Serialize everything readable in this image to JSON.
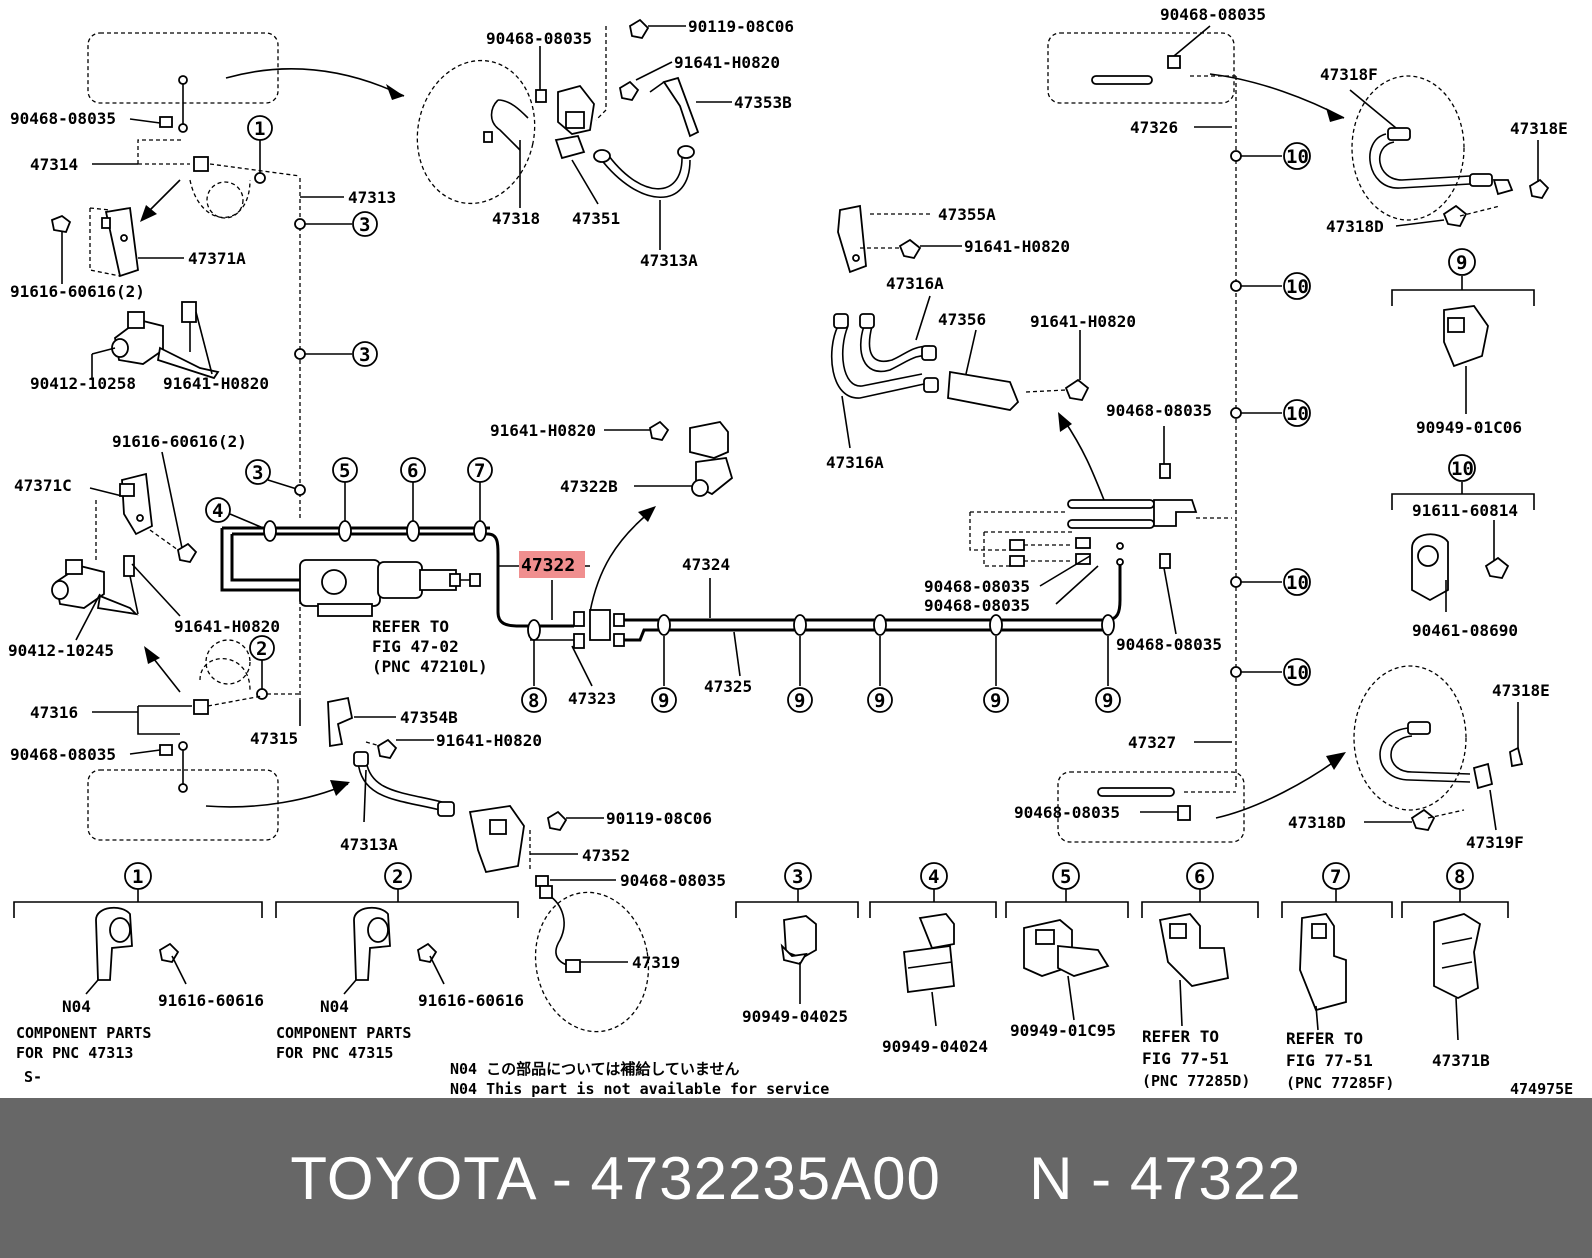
{
  "callouts": {
    "p90468_08035_tl": "90468-08035",
    "p47314": "47314",
    "p47313": "47313",
    "p47371A": "47371A",
    "p91616_60616_2a": "91616-60616(2)",
    "p90412_10258": "90412-10258",
    "p91641_H0820_a": "91641-H0820",
    "p90468_08035_top": "90468-08035",
    "p90119_08C06_top": "90119-08C06",
    "p91641_H0820_top": "91641-H0820",
    "p47353B": "47353B",
    "p47318": "47318",
    "p47351": "47351",
    "p47313A_top": "47313A",
    "p90468_08035_tr": "90468-08035",
    "p47326": "47326",
    "p47318F": "47318F",
    "p47318E_top": "47318E",
    "p47318D_top": "47318D",
    "p47355A": "47355A",
    "p91641_H0820_mid": "91641-H0820",
    "p47316A_top": "47316A",
    "p47356": "47356",
    "p91641_H0820_mid2": "91641-H0820",
    "p47316A_bot": "47316A",
    "p90949_01C06": "90949-01C06",
    "p91611_60814": "91611-60814",
    "p90461_08690": "90461-08690",
    "p90468_08035_r1": "90468-08035",
    "p91616_60616_2b": "91616-60616(2)",
    "p47371C": "47371C",
    "p91641_H0820_b": "91641-H0820",
    "p47322B": "47322B",
    "p47322": "47322",
    "p47324": "47324",
    "p90412_10245": "90412-10245",
    "p91641_H0820_c": "91641-H0820",
    "refer1": "REFER TO",
    "refer2": "FIG 47-02",
    "refer3": "(PNC 47210L)",
    "p47323": "47323",
    "p47325": "47325",
    "p90468_08035_m1": "90468-08035",
    "p90468_08035_m2": "90468-08035",
    "p90468_08035_m3": "90468-08035",
    "p47316": "47316",
    "p47315": "47315",
    "p90468_08035_bl": "90468-08035",
    "p47354B": "47354B",
    "p91641_H0820_d": "91641-H0820",
    "p47327": "47327",
    "p47318E_bot": "47318E",
    "p90468_08035_br": "90468-08035",
    "p47318D_bot": "47318D",
    "p47319F": "47319F",
    "p47313A_bot": "47313A",
    "p90119_08C06_bot": "90119-08C06",
    "p47352": "47352",
    "p90468_08035_bot": "90468-08035",
    "p47319": "47319"
  },
  "circled_refs": {
    "c1": "1",
    "c3a": "3",
    "c3b": "3",
    "c3c": "3",
    "c4": "4",
    "c5": "5",
    "c6": "6",
    "c7": "7",
    "c2": "2",
    "c8": "8",
    "c9a": "9",
    "c9b": "9",
    "c9c": "9",
    "c9d": "9",
    "c9e": "9",
    "c10a": "10",
    "c10b": "10",
    "c10c": "10",
    "c10d": "10",
    "c10e": "10",
    "c9legend": "9",
    "c10legend": "10"
  },
  "legend": {
    "l1_num": "1",
    "l1_part": "91616-60616",
    "l1_n04": "N04",
    "l1_comp1": "COMPONENT PARTS",
    "l1_comp2": "FOR PNC 47313",
    "l1_s": "S-",
    "l2_num": "2",
    "l2_part": "91616-60616",
    "l2_n04": "N04",
    "l2_comp1": "COMPONENT PARTS",
    "l2_comp2": "FOR PNC 47315",
    "l3_num": "3",
    "l3_part": "90949-04025",
    "l4_num": "4",
    "l4_part": "90949-04024",
    "l5_num": "5",
    "l5_part": "90949-01C95",
    "l6_num": "6",
    "l6_ref1": "REFER TO",
    "l6_ref2": "FIG 77-51",
    "l6_ref3": "(PNC 77285D)",
    "l7_num": "7",
    "l7_ref1": "REFER TO",
    "l7_ref2": "FIG 77-51",
    "l7_ref3": "(PNC 77285F)",
    "l8_num": "8",
    "l8_part": "47371B"
  },
  "notes": {
    "n04_jp": "N04 この部品については補給していません",
    "n04_en": "N04 This part is not available for service",
    "fig_id": "474975E"
  },
  "highlight_color": "#f08f8f",
  "footer": {
    "label": "TOYOTA - 4732235A00     N - 47322"
  }
}
